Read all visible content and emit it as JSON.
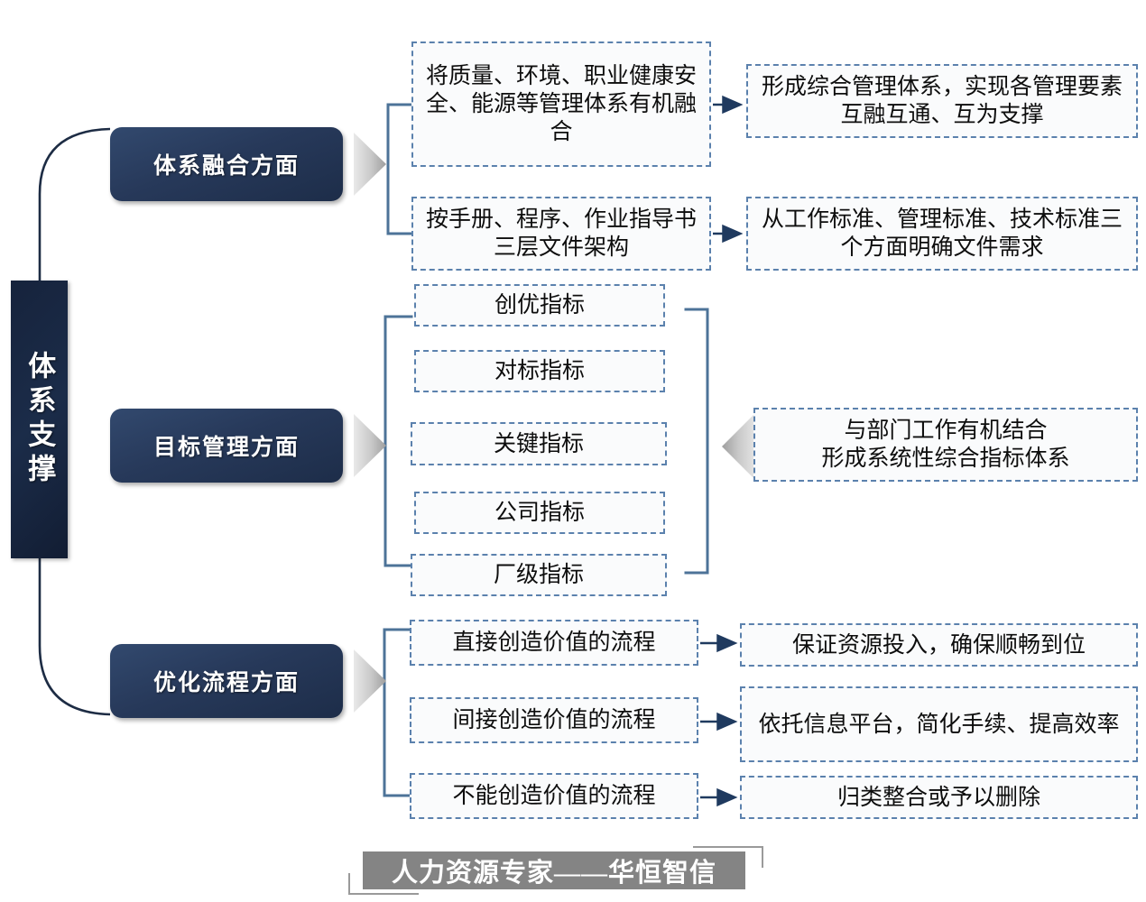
{
  "title": "体系支撑",
  "spine": {
    "label": "体系支撑"
  },
  "colors": {
    "spine_navy": "#16233c",
    "category_navy": "#27395a",
    "dashed_border_blue": "#5b81ad",
    "connector_blue": "#4d7398",
    "arrow_navy": "#1f3a5f",
    "chevron_gray": "#c9c9c9",
    "footer_gray": "#848484",
    "box_fill": "#fafbfc"
  },
  "categories": [
    {
      "label": "体系融合方面"
    },
    {
      "label": "目标管理方面"
    },
    {
      "label": "优化流程方面"
    }
  ],
  "sections": {
    "integration": {
      "category": "体系融合方面",
      "items": [
        {
          "text": "将质量、环境、职业健康安全、能源等管理体系有机融合",
          "outcome": "形成综合管理体系，实现各管理要素互融互通、互为支撑"
        },
        {
          "text": "按手册、程序、作业指导书三层文件架构",
          "outcome": "从工作标准、管理标准、技术标准三个方面明确文件需求"
        }
      ]
    },
    "goals": {
      "category": "目标管理方面",
      "items": [
        {
          "text": "创优指标"
        },
        {
          "text": "对标指标"
        },
        {
          "text": "关键指标"
        },
        {
          "text": "公司指标"
        },
        {
          "text": "厂级指标"
        }
      ],
      "summary": "与部门工作有机结合\n形成系统性综合指标体系",
      "summary_lines": [
        "与部门工作有机结合",
        "形成系统性综合指标体系"
      ]
    },
    "process": {
      "category": "优化流程方面",
      "items": [
        {
          "text": "直接创造价值的流程",
          "outcome": "保证资源投入，确保顺畅到位"
        },
        {
          "text": "间接创造价值的流程",
          "outcome": "依托信息平台，简化手续、提高效率"
        },
        {
          "text": "不能创造价值的流程",
          "outcome": "归类整合或予以删除"
        }
      ]
    }
  },
  "footer": {
    "text": "人力资源专家——华恒智信"
  },
  "icons": {
    "chevron_right": "chevron-right-icon",
    "chevron_left": "chevron-left-icon",
    "arrow_right": "arrow-right-icon",
    "bracket": "bracket-connector-icon"
  }
}
